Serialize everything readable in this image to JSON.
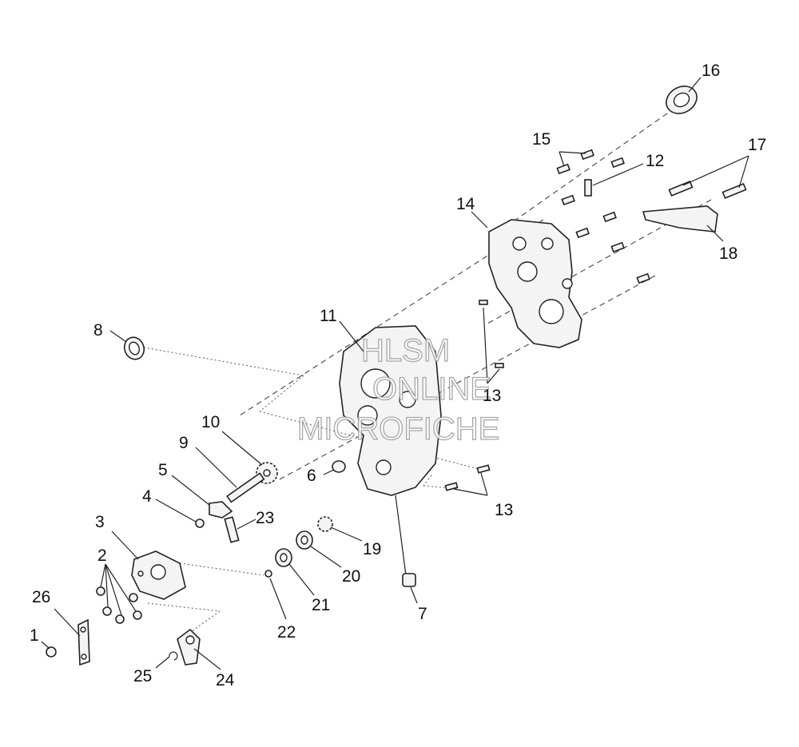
{
  "callouts": {
    "c1": "1",
    "c2": "2",
    "c3": "3",
    "c4": "4",
    "c5": "5",
    "c6": "6",
    "c7": "7",
    "c8": "8",
    "c9": "9",
    "c10": "10",
    "c11": "11",
    "c12": "12",
    "c13a": "13",
    "c13b": "13",
    "c14": "14",
    "c15": "15",
    "c16": "16",
    "c17": "17",
    "c18": "18",
    "c19": "19",
    "c20": "20",
    "c21": "21",
    "c22": "22",
    "c23": "23",
    "c24": "24",
    "c25": "25",
    "c26": "26"
  },
  "watermark": {
    "line1": "HLSM",
    "line2": "ONLINE",
    "line3": "MICROFICHE"
  }
}
